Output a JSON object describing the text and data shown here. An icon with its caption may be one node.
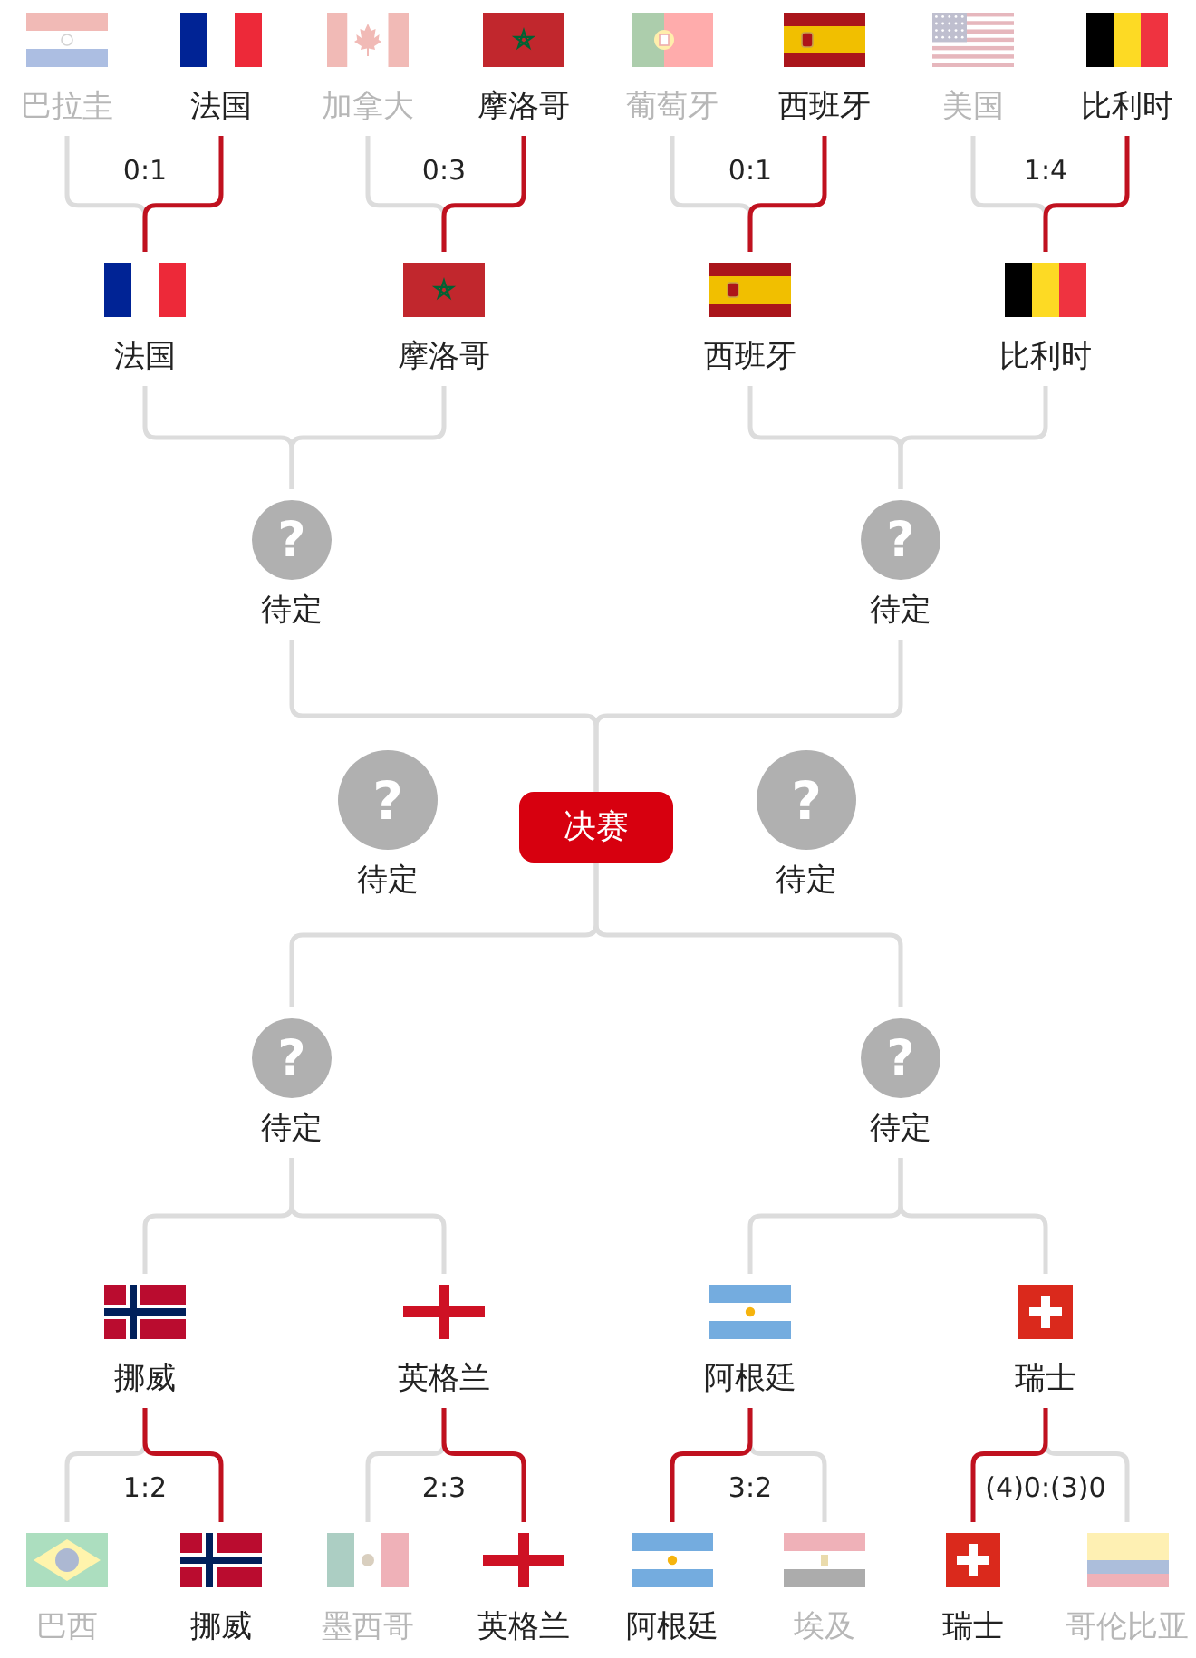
{
  "diagram": {
    "nodes": [
      {
        "text": [
          "巴拉圭"
        ]
      },
      {
        "text": [
          "法国"
        ]
      },
      {
        "text": [
          "加拿大"
        ]
      },
      {
        "text": [
          "摩洛哥"
        ]
      },
      {
        "text": [
          "葡萄牙"
        ]
      },
      {
        "text": [
          "西班牙"
        ]
      },
      {
        "text": [
          "美国"
        ]
      },
      {
        "text": [
          "比利时"
        ]
      },
      {
        "text": [
          "法国"
        ]
      },
      {
        "text": [
          "摩洛哥"
        ]
      },
      {
        "text": [
          "西班牙"
        ]
      },
      {
        "text": [
          "比利时"
        ]
      },
      {
        "text": [
          "?",
          "待定"
        ]
      },
      {
        "text": [
          "?",
          "待定"
        ]
      },
      {
        "text": [
          "?",
          "待定"
        ]
      },
      {
        "text": [
          "决赛"
        ]
      },
      {
        "text": [
          "?",
          "待定"
        ]
      },
      {
        "text": [
          "?",
          "待定"
        ]
      },
      {
        "text": [
          "?",
          "待定"
        ]
      },
      {
        "text": [
          "挪威"
        ]
      },
      {
        "text": [
          "英格兰"
        ]
      },
      {
        "text": [
          "阿根廷"
        ]
      },
      {
        "text": [
          "瑞士"
        ]
      },
      {
        "text": [
          "巴西"
        ]
      },
      {
        "text": [
          "挪威"
        ]
      },
      {
        "text": [
          "墨西哥"
        ]
      },
      {
        "text": [
          "英格兰"
        ]
      },
      {
        "text": [
          "阿根廷"
        ]
      },
      {
        "text": [
          "埃及"
        ]
      },
      {
        "text": [
          "瑞士"
        ]
      },
      {
        "text": [
          "哥伦比亚"
        ]
      }
    ],
    "edges": [
      {
        "from": 0,
        "to": 8,
        "arrow": "none",
        "label": "0:1"
      },
      {
        "from": 1,
        "to": 8,
        "arrow": "none",
        "color": "#c0111f"
      },
      {
        "from": 2,
        "to": 9,
        "arrow": "none",
        "label": "0:3"
      },
      {
        "from": 3,
        "to": 9,
        "arrow": "none",
        "color": "#c0111f"
      },
      {
        "from": 4,
        "to": 10,
        "arrow": "none",
        "label": "0:1"
      },
      {
        "from": 5,
        "to": 10,
        "arrow": "none",
        "color": "#c0111f"
      },
      {
        "from": 6,
        "to": 11,
        "arrow": "none",
        "label": "1:4"
      },
      {
        "from": 7,
        "to": 11,
        "arrow": "none",
        "color": "#c0111f"
      },
      {
        "from": 8,
        "to": 12,
        "arrow": "none"
      },
      {
        "from": 9,
        "to": 12,
        "arrow": "none"
      },
      {
        "from": 10,
        "to": 13,
        "arrow": "none"
      },
      {
        "from": 11,
        "to": 13,
        "arrow": "none"
      },
      {
        "from": 12,
        "to": 15,
        "arrow": "none"
      },
      {
        "from": 13,
        "to": 15,
        "arrow": "none"
      },
      {
        "from": 17,
        "to": 15,
        "arrow": "none"
      },
      {
        "from": 18,
        "to": 15,
        "arrow": "none"
      },
      {
        "from": 19,
        "to": 17,
        "arrow": "none"
      },
      {
        "from": 20,
        "to": 17,
        "arrow": "none"
      },
      {
        "from": 21,
        "to": 18,
        "arrow": "none"
      },
      {
        "from": 22,
        "to": 18,
        "arrow": "none"
      },
      {
        "from": 23,
        "to": 19,
        "arrow": "none",
        "label": "1:2"
      },
      {
        "from": 24,
        "to": 19,
        "arrow": "none",
        "color": "#c0111f"
      },
      {
        "from": 25,
        "to": 20,
        "arrow": "none",
        "label": "2:3"
      },
      {
        "from": 26,
        "to": 20,
        "arrow": "none",
        "color": "#c0111f"
      },
      {
        "from": 27,
        "to": 21,
        "arrow": "none",
        "label": "3:2",
        "color": "#c0111f"
      },
      {
        "from": 28,
        "to": 21,
        "arrow": "none"
      },
      {
        "from": 29,
        "to": 22,
        "arrow": "none",
        "label": "(4)0:(3)0",
        "color": "#c0111f"
      },
      {
        "from": 30,
        "to": 22,
        "arrow": "none"
      }
    ]
  }
}
